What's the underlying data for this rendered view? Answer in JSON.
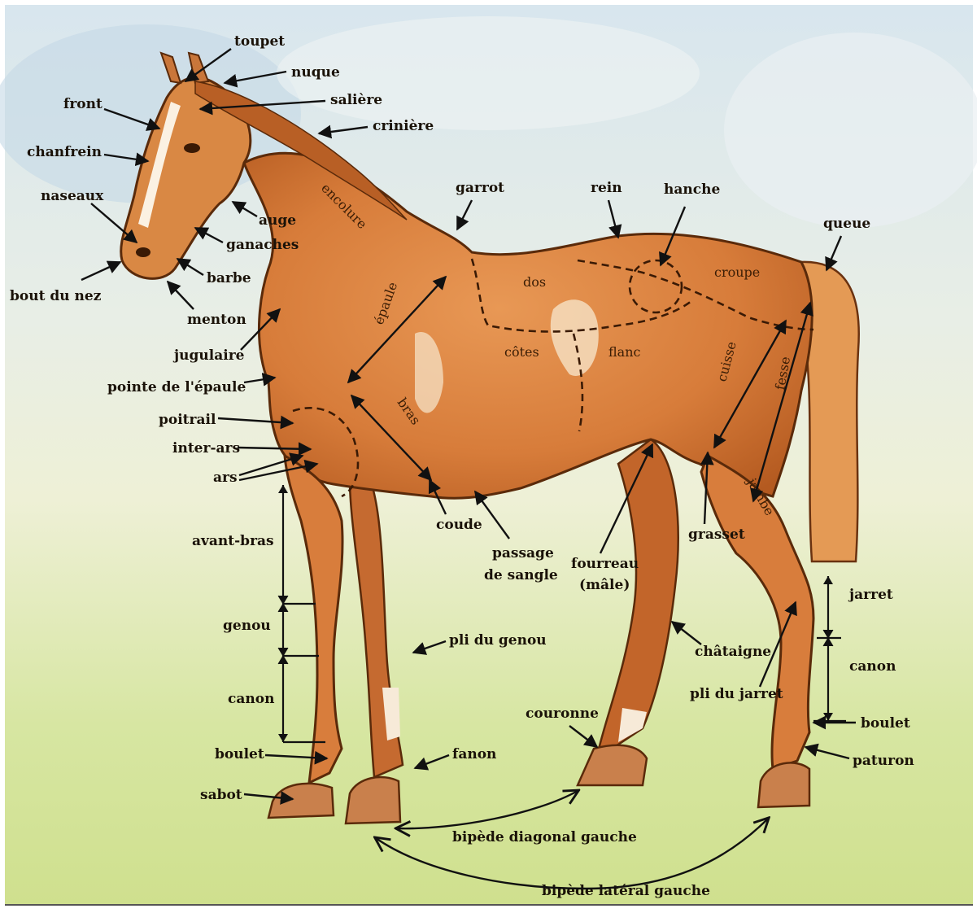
{
  "colors": {
    "sky": "#cfe0ea",
    "grass": "#c9dc8f",
    "coat": "#d9813f",
    "coat_dark": "#a7521e",
    "blaze": "#fbf2e4",
    "outline": "#4a2208"
  },
  "labels": {
    "toupet": "toupet",
    "nuque": "nuque",
    "saliere": "salière",
    "criniere": "crinière",
    "front": "front",
    "chanfrein": "chanfrein",
    "naseaux": "naseaux",
    "auge": "auge",
    "ganaches": "ganaches",
    "barbe": "barbe",
    "bout_du_nez": "bout du nez",
    "menton": "menton",
    "jugulaire": "jugulaire",
    "pointe_epaule": "pointe de l'épaule",
    "poitrail": "poitrail",
    "inter_ars": "inter-ars",
    "ars": "ars",
    "avant_bras": "avant-bras",
    "genou": "genou",
    "canon_avant": "canon",
    "boulet_avant": "boulet",
    "sabot": "sabot",
    "garrot": "garrot",
    "rein": "rein",
    "hanche": "hanche",
    "queue": "queue",
    "croupe": "croupe",
    "dos": "dos",
    "encolure": "encolure",
    "epaule": "épaule",
    "cotes": "côtes",
    "flanc": "flanc",
    "bras": "bras",
    "cuisse": "cuisse",
    "fesse": "fesse",
    "jambe": "jambe",
    "coude": "coude",
    "passage_sangle": [
      "passage",
      "de sangle"
    ],
    "fourreau": [
      "fourreau",
      "(mâle)"
    ],
    "grasset": "grasset",
    "jarret": "jarret",
    "canon_arriere": "canon",
    "boulet_arriere": "boulet",
    "paturon": "paturon",
    "chataigne": "châtaigne",
    "pli_jarret": "pli du jarret",
    "pli_genou": "pli du genou",
    "couronne": "couronne",
    "fanon": "fanon",
    "bipede_diagonal": "bipède diagonal gauche",
    "bipede_lateral": "bipède latéral gauche"
  }
}
